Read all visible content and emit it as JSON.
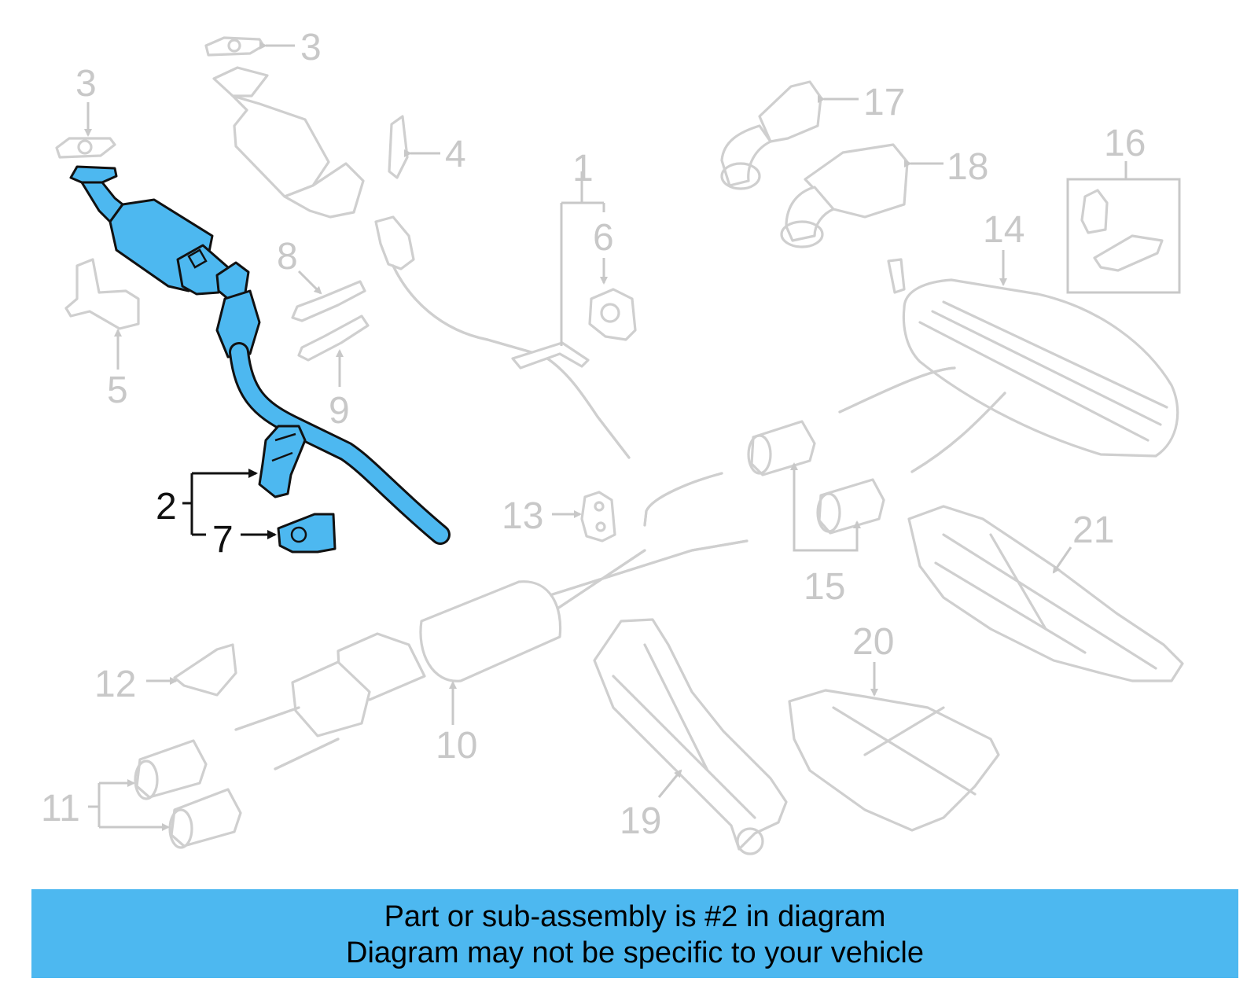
{
  "callouts": {
    "c1": "1",
    "c2": "2",
    "c3a": "3",
    "c3b": "3",
    "c4": "4",
    "c5": "5",
    "c6": "6",
    "c7": "7",
    "c8": "8",
    "c9": "9",
    "c10": "10",
    "c11": "11",
    "c12": "12",
    "c13": "13",
    "c14": "14",
    "c15": "15",
    "c16": "16",
    "c17": "17",
    "c18": "18",
    "c19": "19",
    "c20": "20",
    "c21": "21"
  },
  "highlighted_part": "2",
  "colors": {
    "highlight": "#4db8f0",
    "ghost": "#cfcfcf",
    "ink": "#111111"
  },
  "banner": {
    "line1": "Part or sub-assembly is #2 in diagram",
    "line2": "Diagram may not be specific to your vehicle"
  }
}
